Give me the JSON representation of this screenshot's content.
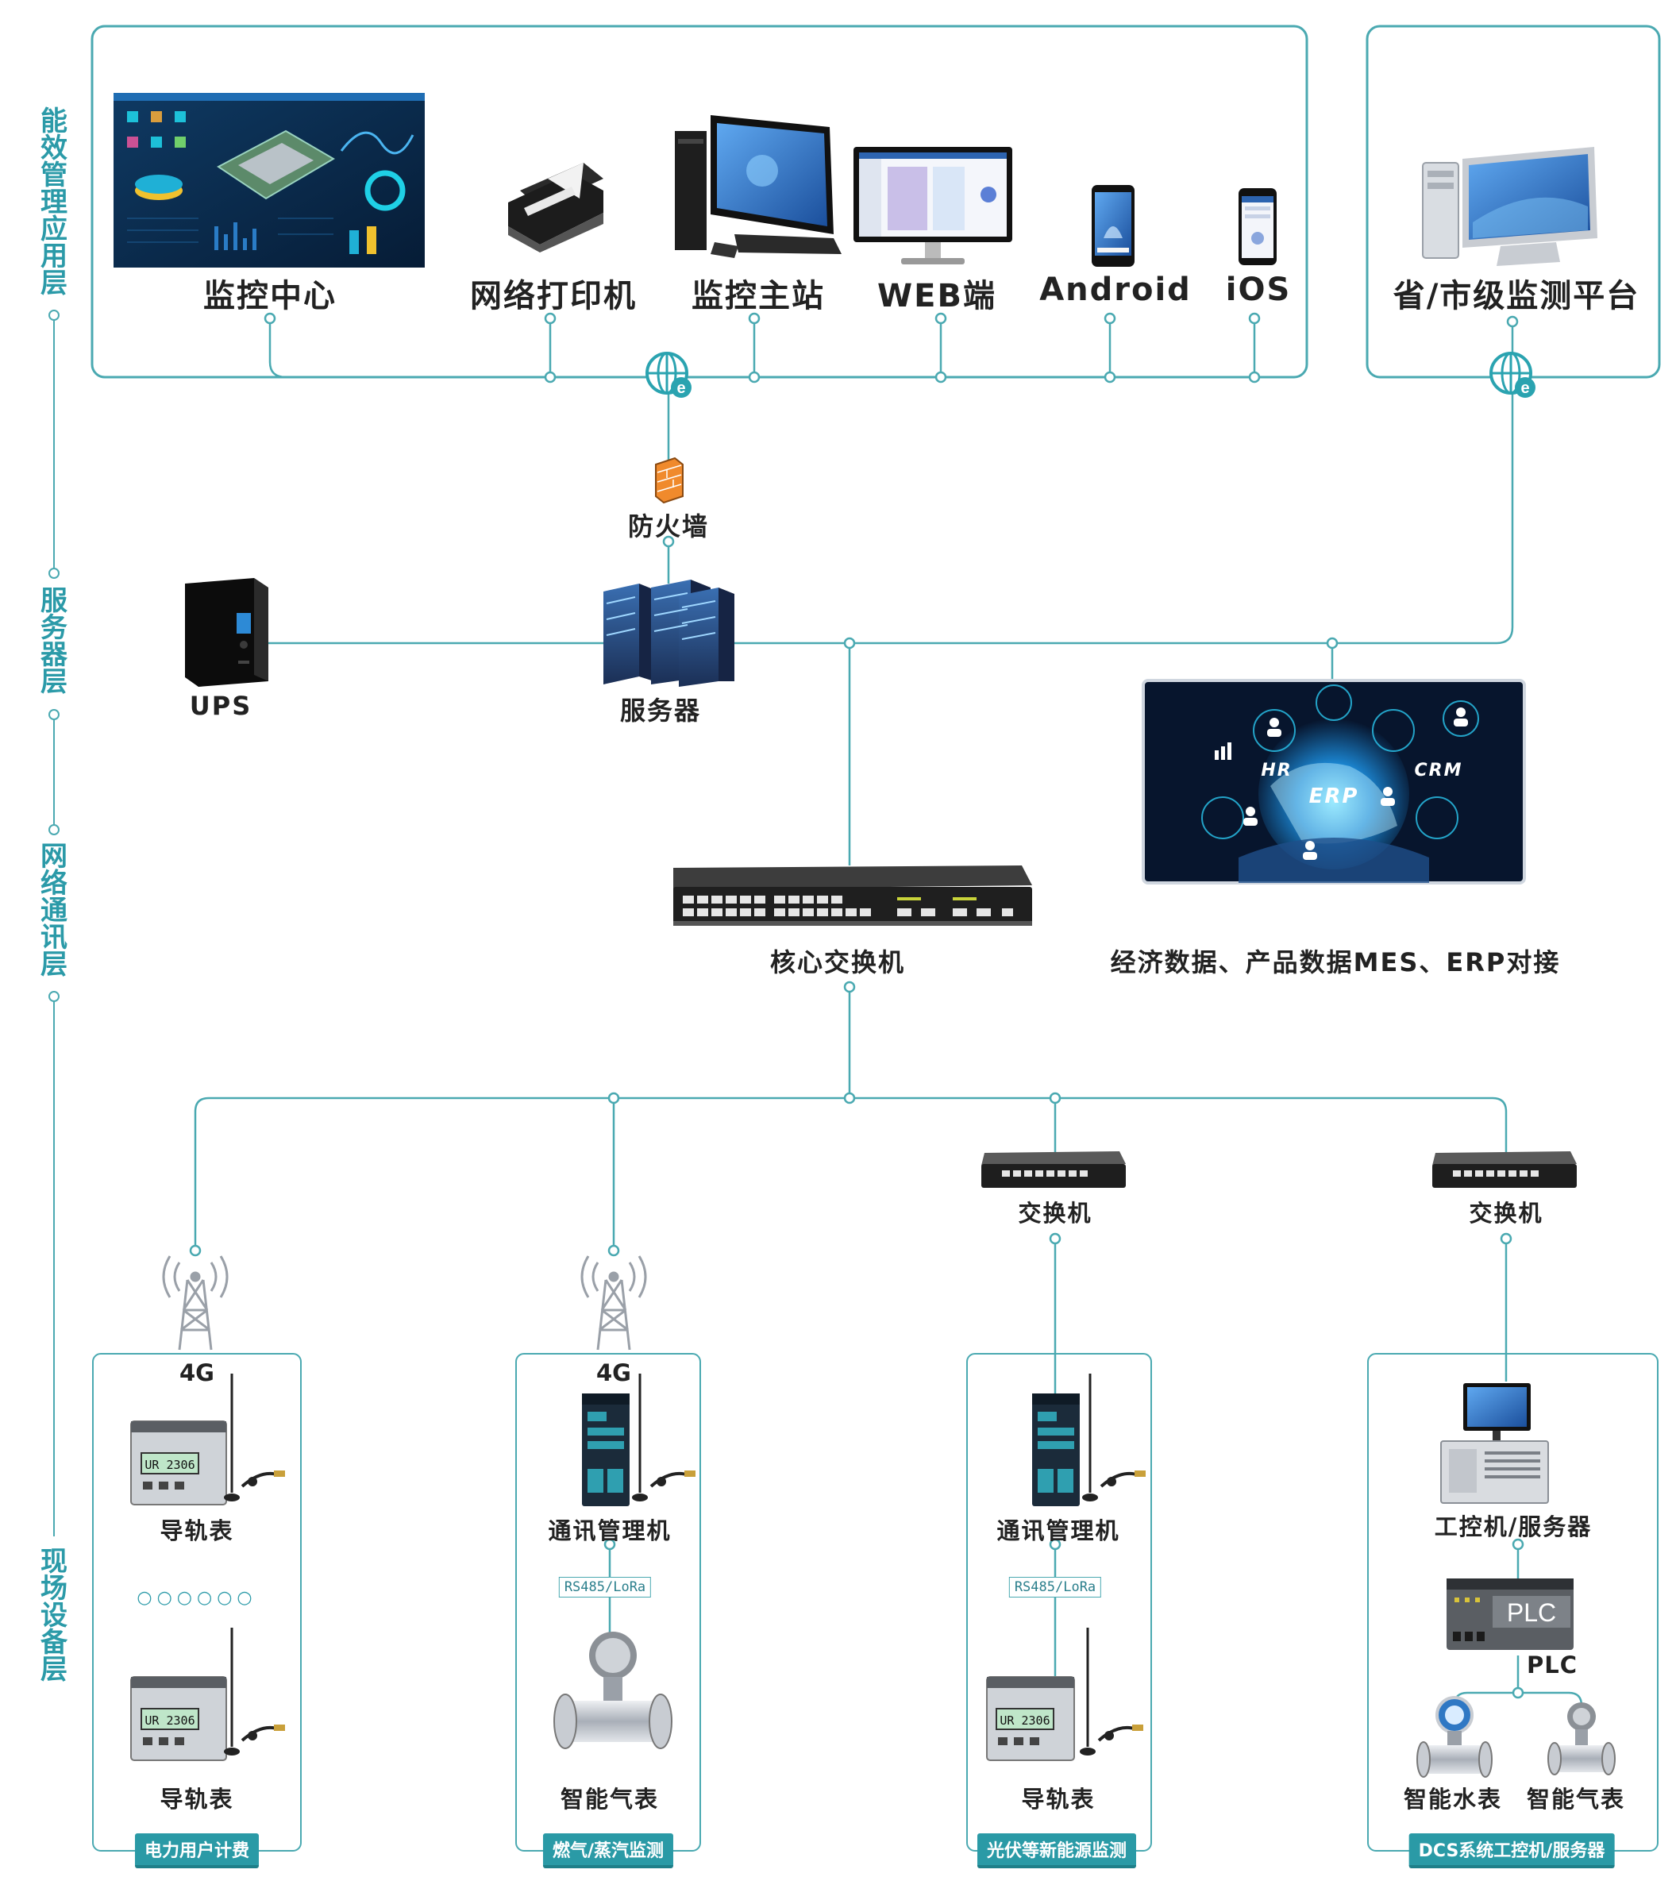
{
  "layers": {
    "app": "能效管理应用层",
    "server": "服务器层",
    "network": "网络通讯层",
    "field": "现场设备层"
  },
  "app_nodes": {
    "monitor_center": "监控中心",
    "network_printer": "网络打印机",
    "master_station": "监控主站",
    "web": "WEB端",
    "android": "Android",
    "ios": "iOS",
    "provincial": "省/市级监测平台"
  },
  "server_nodes": {
    "firewall": "防火墙",
    "ups": "UPS",
    "server": "服务器"
  },
  "network_nodes": {
    "core_switch": "核心交换机",
    "erp_caption": "经济数据、产品数据MES、ERP对接",
    "erp_hr": "HR",
    "erp_erp": "ERP",
    "erp_crm": "CRM",
    "switch_3": "交换机",
    "switch_4": "交换机"
  },
  "field": {
    "g1": {
      "signal": "4G",
      "device_top": "导轨表",
      "ellipsis": "○○○○○○",
      "device_bottom": "导轨表",
      "category": "电力用户计费",
      "lcd": "UR 2306"
    },
    "g2": {
      "signal": "4G",
      "gateway": "通讯管理机",
      "bus": "RS485/LoRa",
      "device": "智能气表",
      "category": "燃气/蒸汽监测"
    },
    "g3": {
      "gateway": "通讯管理机",
      "bus": "RS485/LoRa",
      "device": "导轨表",
      "category": "光伏等新能源监测",
      "lcd": "UR 2306"
    },
    "g4": {
      "ipc": "工控机/服务器",
      "plc_box": "PLC",
      "plc": "PLC",
      "water": "智能水表",
      "gas": "智能气表",
      "category": "DCS系统工控机/服务器"
    }
  },
  "colors": {
    "line": "#4aa9b1",
    "layer_text": "#2b9aa8",
    "category_bg": "#2a9aa6",
    "screen_dark": "#0b2b4a",
    "erp_bg": "#07152d"
  },
  "icons": [
    "dashboard-icon",
    "printer-icon",
    "workstation-icon",
    "monitor-icon",
    "android-phone-icon",
    "ios-phone-icon",
    "imac-icon",
    "globe-e-icon",
    "firewall-icon",
    "ups-icon",
    "server-rack-icon",
    "core-switch-icon",
    "erp-globe-icon",
    "switch-icon",
    "tower-4g-icon",
    "din-meter-icon",
    "gateway-icon",
    "antenna-icon",
    "gas-flowmeter-icon",
    "ipc-icon",
    "plc-icon",
    "water-meter-icon"
  ]
}
